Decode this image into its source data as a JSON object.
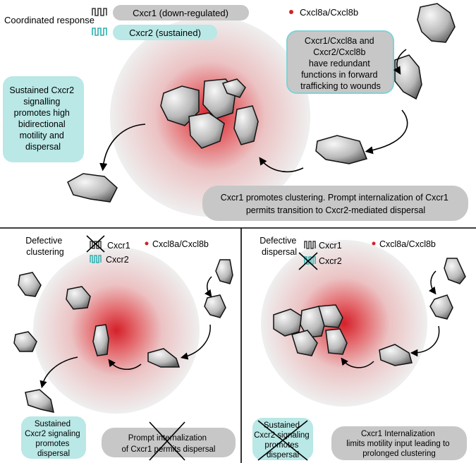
{
  "colors": {
    "gradient_center": "#d4202a",
    "cell_fill_light": "#f2f2f2",
    "cell_fill_dark": "#6b6b6b",
    "receptor_cxcr1": "#3a3a3a",
    "receptor_cxcr2": "#2ab0b0",
    "teal_box": "#b9e8e6",
    "gray_box": "#c7c7c7",
    "teal_border": "#7fd3d6"
  },
  "top": {
    "label": "Coordinated response",
    "legend": {
      "cxcr1": "Cxcr1 (down-regulated)",
      "cxcr2": "Cxcr2 (sustained)",
      "chemokine": "Cxcl8a/Cxcl8b"
    },
    "box_redundant": [
      "Cxcr1/Cxcl8a and",
      "Cxcr2/Cxcl8b",
      "have redundant",
      "functions in forward",
      "trafficking to wounds"
    ],
    "box_sustained": [
      "Sustained Cxcr2",
      "signalling",
      "promotes high",
      "bidirectional",
      "motility and",
      "dispersal"
    ],
    "box_clustering": [
      "Cxcr1 promotes clustering. Prompt internalization of Cxcr1",
      "permits transition to Cxcr2-mediated dispersal"
    ]
  },
  "bottom_left": {
    "label": [
      "Defective",
      "clustering"
    ],
    "legend_cxcr1": "Cxcr1",
    "legend_cxcr2": "Cxcr2",
    "legend_chemokine": "Cxcl8a/Cxcl8b",
    "box_teal": [
      "Sustained",
      "Cxcr2 signaling",
      "promotes",
      "dispersal"
    ],
    "box_gray": [
      "Prompt internalization",
      "of Cxcr1 permits dispersal"
    ]
  },
  "bottom_right": {
    "label": [
      "Defective",
      "dispersal"
    ],
    "legend_cxcr1": "Cxcr1",
    "legend_cxcr2": "Cxcr2",
    "legend_chemokine": "Cxcl8a/Cxcl8b",
    "box_teal": [
      "Sustained",
      "Cxcr2 signaling",
      "promotes",
      "dispersal"
    ],
    "box_gray": [
      "Cxcr1 Internalization",
      "limits motility input leading to",
      "prolonged clustering"
    ]
  }
}
